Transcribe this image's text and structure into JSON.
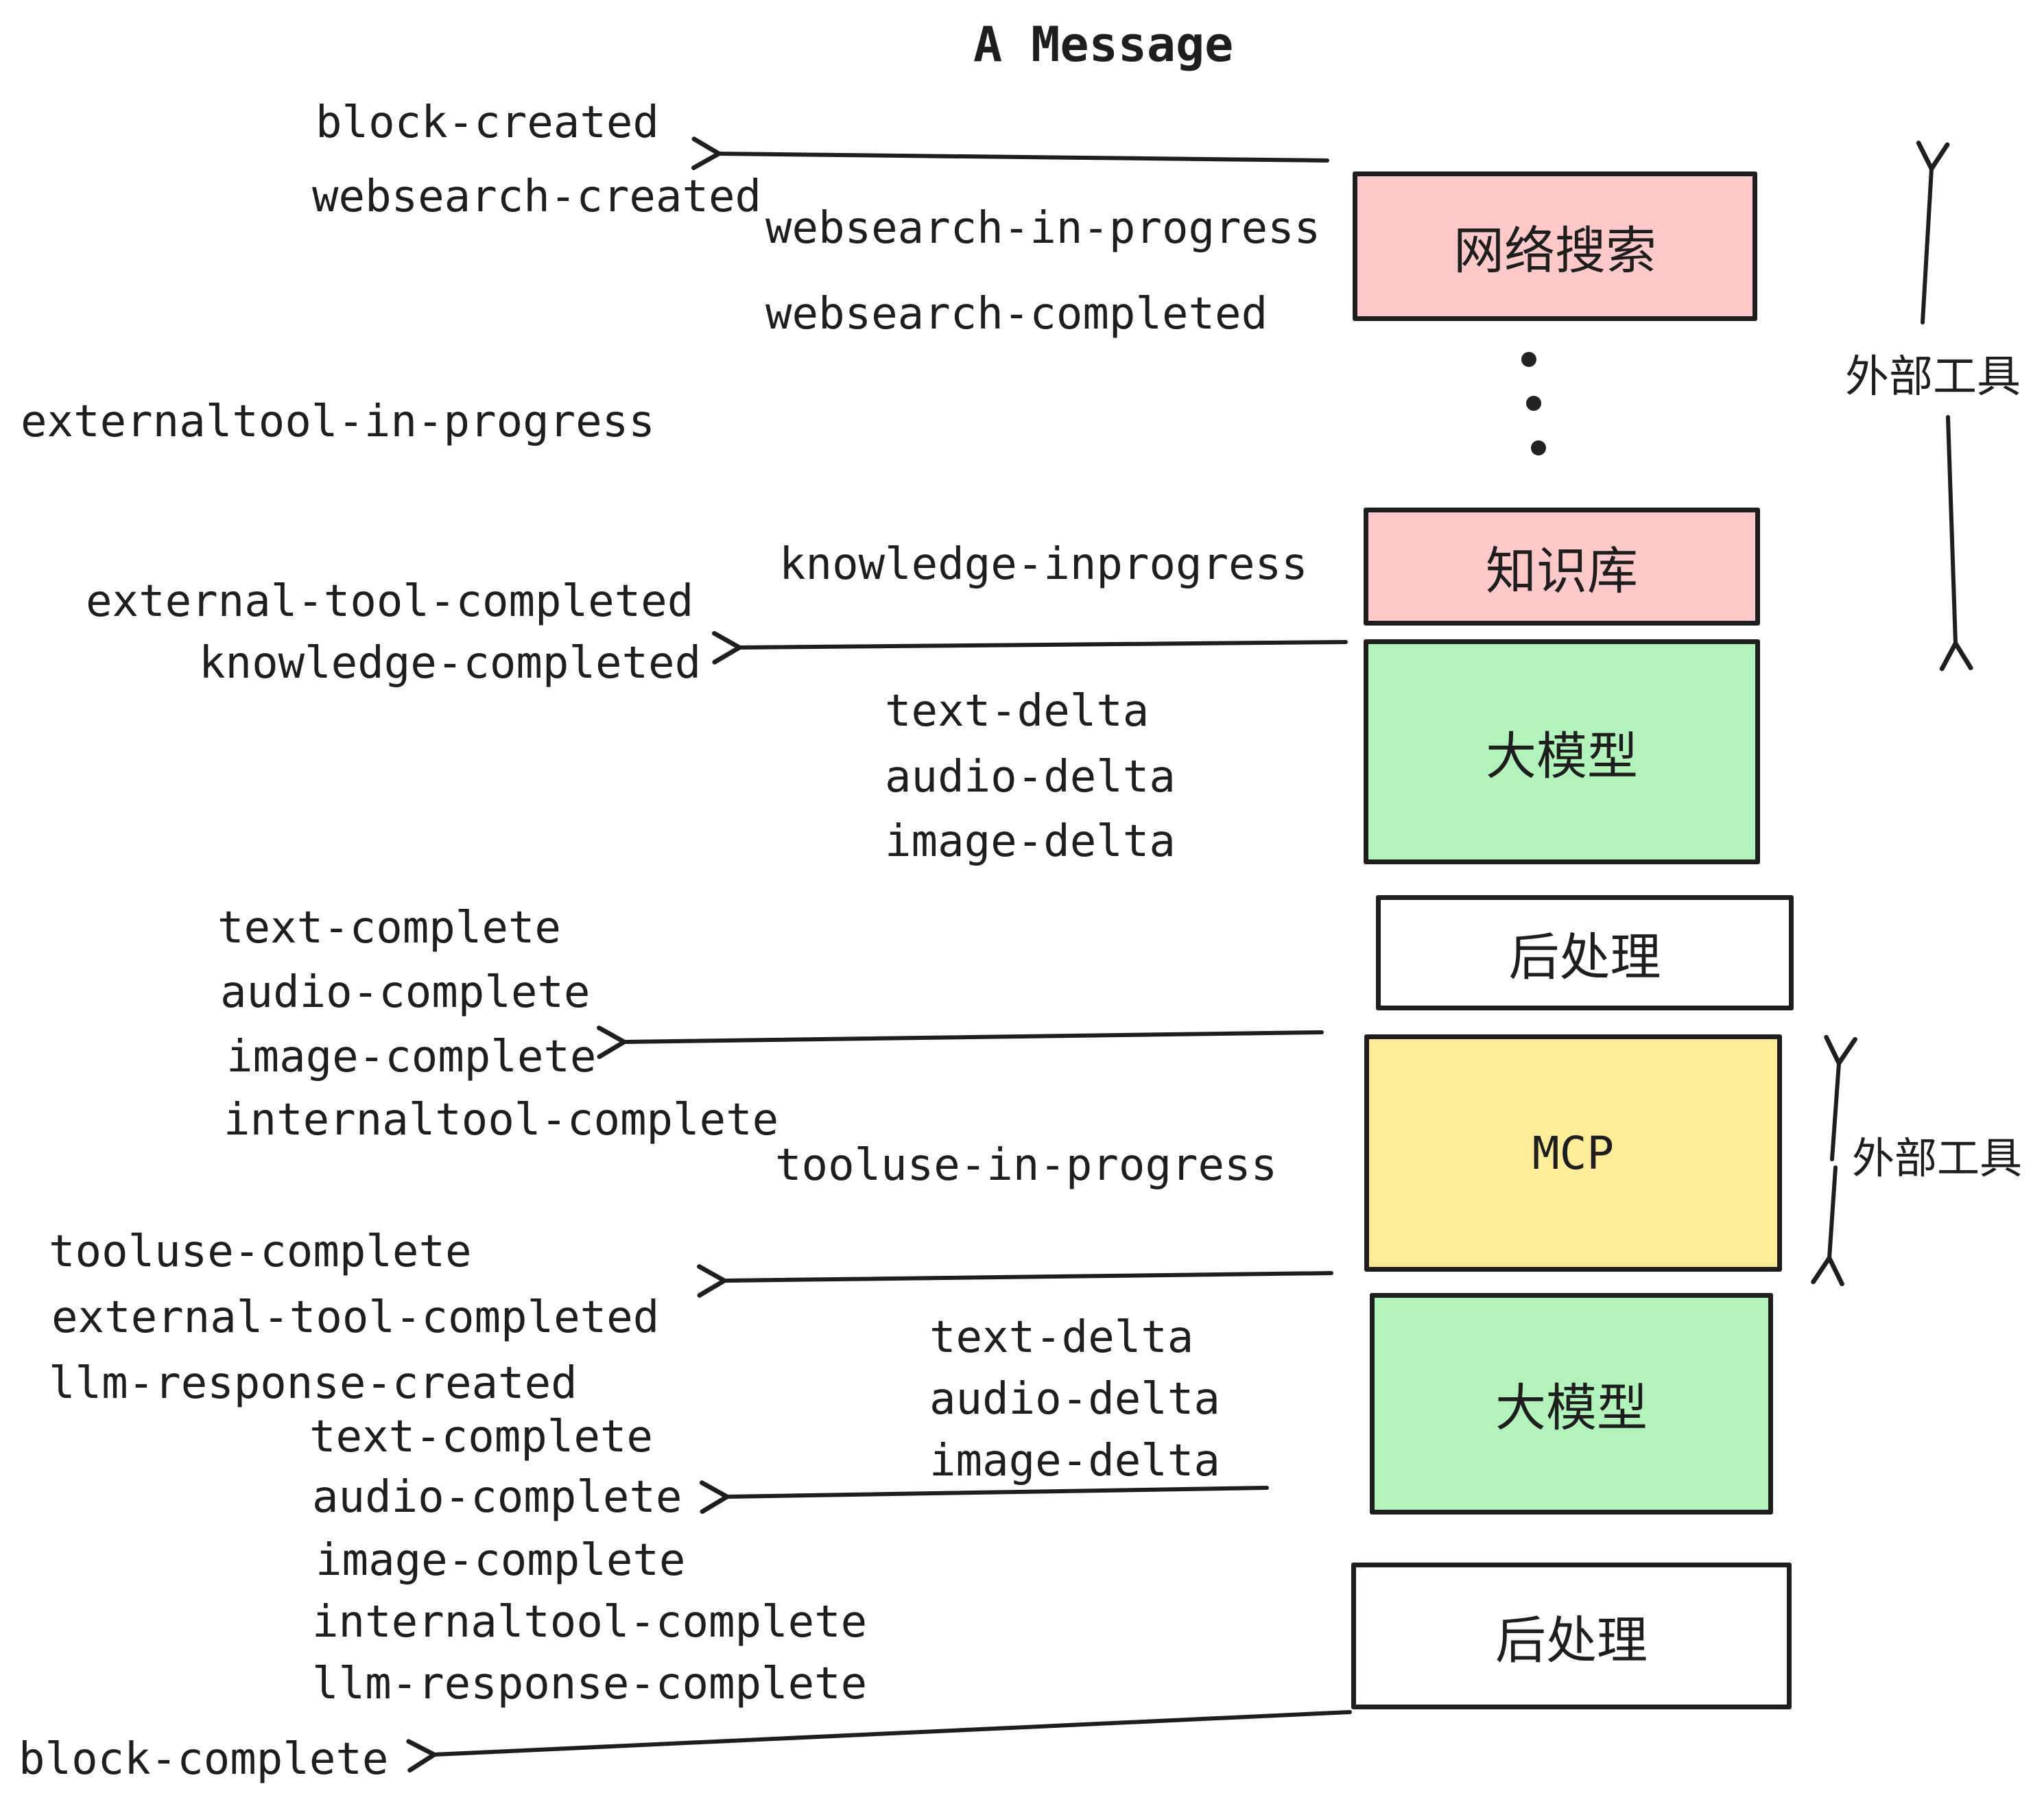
{
  "title": "A Message",
  "colors": {
    "pink": "#ffc9c9",
    "green": "#b2f2bb",
    "yellow": "#ffec99",
    "white": "#ffffff",
    "ink": "#1e1e1e"
  },
  "boxes": {
    "websearch": "网络搜索",
    "knowledge": "知识库",
    "llm": "大模型",
    "postprocess": "后处理",
    "mcp": "MCP"
  },
  "side": {
    "external_tool_top": "外部工具",
    "external_tool_bottom": "外部工具"
  },
  "events": {
    "block_created": "block-created",
    "websearch_created": "websearch-created",
    "websearch_in_progress": "websearch-in-progress",
    "websearch_completed": "websearch-completed",
    "externaltool_in_progress": "externaltool-in-progress",
    "knowledge_inprogress": "knowledge-inprogress",
    "external_tool_completed": "external-tool-completed",
    "knowledge_completed": "knowledge-completed",
    "text_delta": "text-delta",
    "audio_delta": "audio-delta",
    "image_delta": "image-delta",
    "text_complete": "text-complete",
    "audio_complete": "audio-complete",
    "image_complete": "image-complete",
    "internaltool_complete": "internaltool-complete",
    "tooluse_in_progress": "tooluse-in-progress",
    "tooluse_complete": "tooluse-complete",
    "llm_response_created": "llm-response-created",
    "llm_response_complete": "llm-response-complete",
    "block_complete": "block-complete"
  }
}
